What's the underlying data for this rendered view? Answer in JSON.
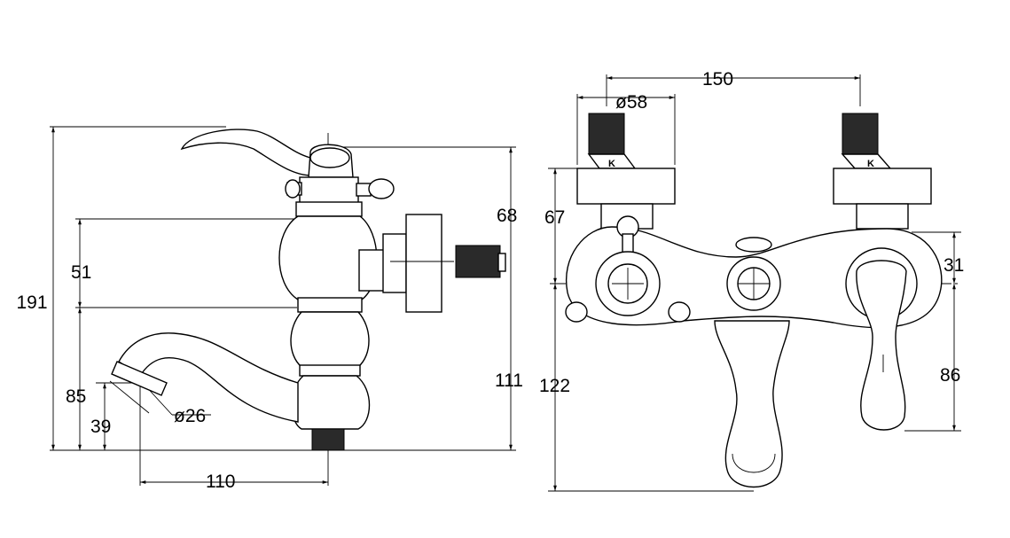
{
  "side_view": {
    "dim_overall_height": "191",
    "dim_body_height": "51",
    "dim_handle_height": "68",
    "dim_outlet_to_body": "111",
    "dim_spout_height": "85",
    "dim_spout_tip": "39",
    "dim_spout_diameter": "ø26",
    "dim_spout_reach": "110"
  },
  "front_view": {
    "dim_inlet_spacing": "150",
    "dim_flange_diameter": "ø58",
    "dim_top_to_axis": "67",
    "dim_axis_to_bottom": "122",
    "dim_lever_top": "31",
    "dim_lever_bottom": "86",
    "mark_left": "K",
    "mark_right": "K"
  }
}
